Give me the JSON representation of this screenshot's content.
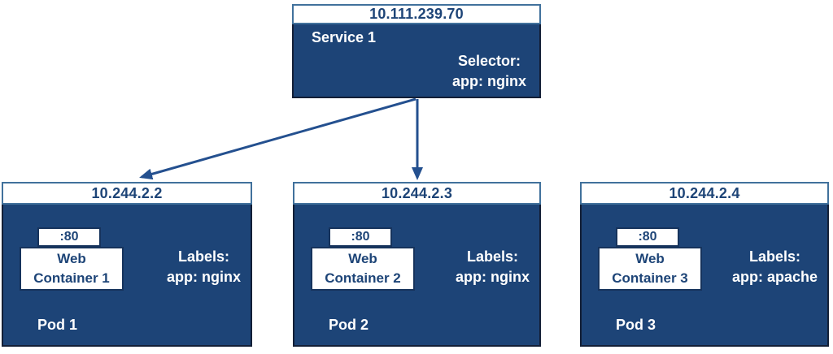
{
  "diagram": {
    "service": {
      "ip": "10.111.239.70",
      "name": "Service 1",
      "selector_label": "Selector:",
      "selector_value": "app: nginx"
    },
    "pods": [
      {
        "ip": "10.244.2.2",
        "port": ":80",
        "container_line1": "Web",
        "container_line2": "Container 1",
        "labels_label": "Labels:",
        "labels_value": "app: nginx",
        "name": "Pod 1"
      },
      {
        "ip": "10.244.2.3",
        "port": ":80",
        "container_line1": "Web",
        "container_line2": "Container 2",
        "labels_label": "Labels:",
        "labels_value": "app: nginx",
        "name": "Pod 2"
      },
      {
        "ip": "10.244.2.4",
        "port": ":80",
        "container_line1": "Web",
        "container_line2": "Container 3",
        "labels_label": "Labels:",
        "labels_value": "app: apache",
        "name": "Pod 3"
      }
    ],
    "colors": {
      "box_fill": "#1d4477",
      "header_fill": "#ffffff",
      "header_border": "#41719c",
      "body_border": "#131f36",
      "inner_box_border": "#16335c",
      "arrow": "#24508f",
      "text_on_dark": "#ffffff",
      "text_on_light": "#1d4477"
    }
  }
}
